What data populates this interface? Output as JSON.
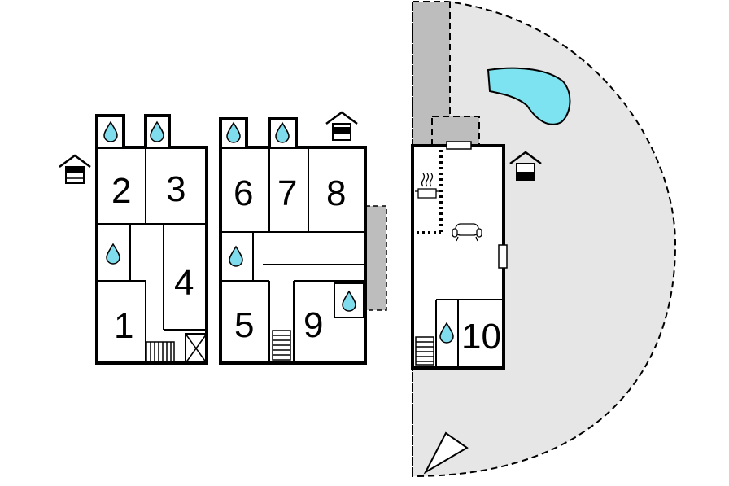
{
  "rooms": [
    {
      "id": "room-1",
      "label": "1"
    },
    {
      "id": "room-2",
      "label": "2"
    },
    {
      "id": "room-3",
      "label": "3"
    },
    {
      "id": "room-4",
      "label": "4"
    },
    {
      "id": "room-5",
      "label": "5"
    },
    {
      "id": "room-6",
      "label": "6"
    },
    {
      "id": "room-7",
      "label": "7"
    },
    {
      "id": "room-8",
      "label": "8"
    },
    {
      "id": "room-9",
      "label": "9"
    },
    {
      "id": "room-10",
      "label": "10"
    }
  ],
  "icons": {
    "water_drop": "water-drop-icon",
    "house": "house-icon",
    "stairs": "stairs-icon",
    "kitchen": "kitchen-pot-icon",
    "sofa": "sofa-icon",
    "compass": "north-arrow-icon",
    "pool": "pool-icon"
  },
  "colors": {
    "wall": "#000000",
    "garden": "#e6e6e6",
    "terrace": "#c0c0c0",
    "water": "#7fdcec",
    "pool": "#7ee3f0"
  }
}
